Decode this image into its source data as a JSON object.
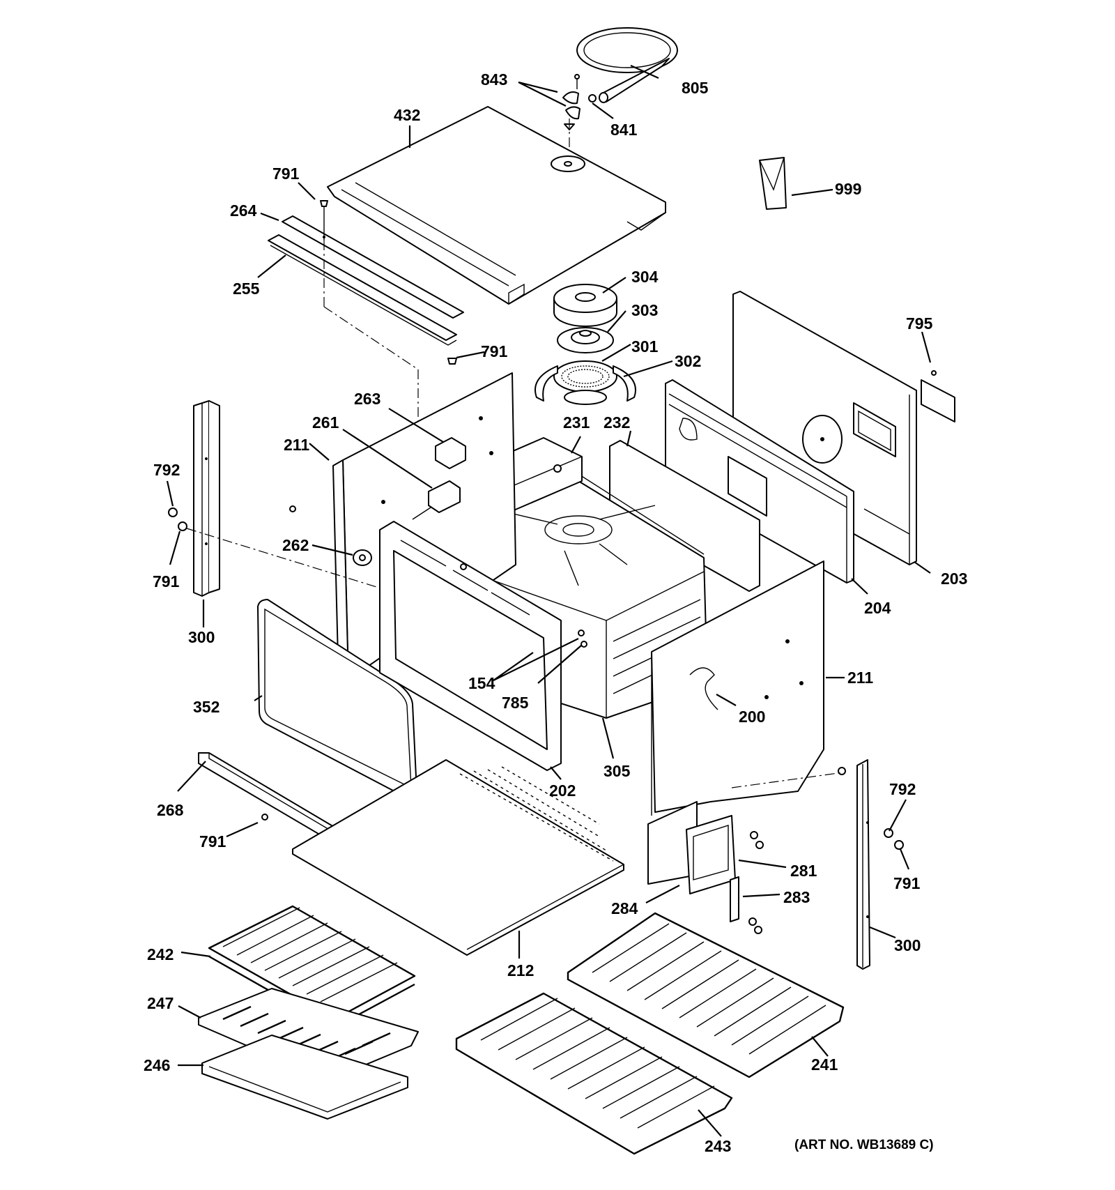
{
  "art_number": "(ART NO. WB13689 C)",
  "callouts": {
    "c843": "843",
    "c805": "805",
    "c841": "841",
    "c432": "432",
    "c999": "999",
    "c791a": "791",
    "c264": "264",
    "c255": "255",
    "c791b": "791",
    "c304": "304",
    "c303": "303",
    "c301": "301",
    "c302": "302",
    "c795": "795",
    "c263": "263",
    "c261": "261",
    "c211a": "211",
    "c231": "231",
    "c232": "232",
    "c792a": "792",
    "c791c": "791",
    "c262": "262",
    "c300a": "300",
    "c203": "203",
    "c204": "204",
    "c352": "352",
    "c154": "154",
    "c785": "785",
    "c211b": "211",
    "c200": "200",
    "c305": "305",
    "c268": "268",
    "c202": "202",
    "c791d": "791",
    "c792b": "792",
    "c791e": "791",
    "c281": "281",
    "c283": "283",
    "c284": "284",
    "c300b": "300",
    "c242": "242",
    "c212": "212",
    "c247": "247",
    "c246": "246",
    "c241": "241",
    "c243": "243"
  }
}
